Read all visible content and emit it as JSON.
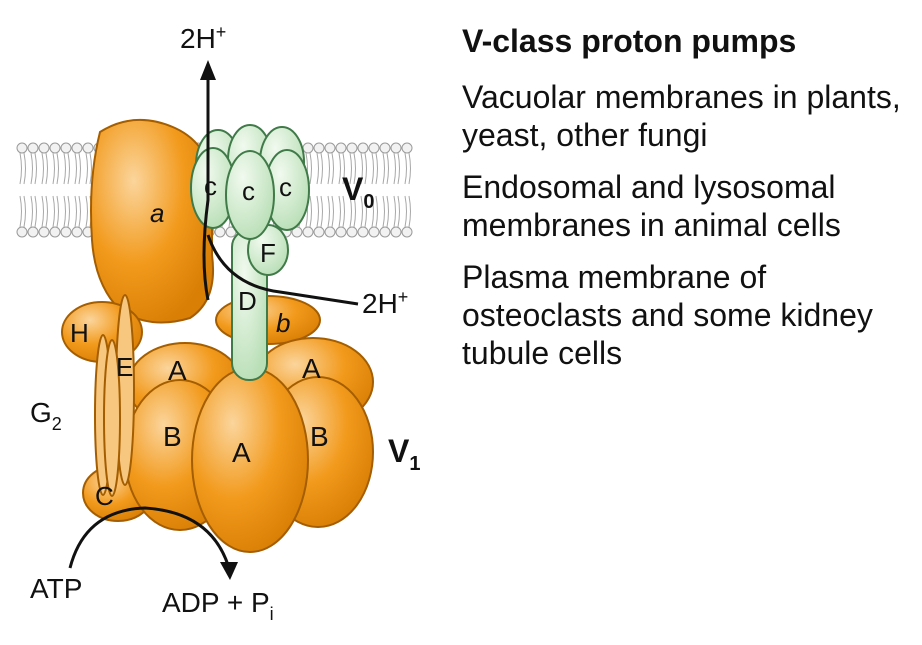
{
  "diagram": {
    "labels": {
      "top_proton": "2H",
      "top_proton_sup": "+",
      "side_proton": "2H",
      "side_proton_sup": "+",
      "subunit_a": "a",
      "subunit_b": "b",
      "subunit_c1": "c",
      "subunit_c2": "c",
      "subunit_c3": "c",
      "subunit_f": "F",
      "subunit_d": "D",
      "subunit_h": "H",
      "subunit_e": "E",
      "subunit_g": "G",
      "subunit_g_sub": "2",
      "subunit_c_big": "C",
      "subunit_a_left": "A",
      "subunit_a_right": "A",
      "subunit_a_center": "A",
      "subunit_b_left": "B",
      "subunit_b_right": "B",
      "domain_v0": "V",
      "domain_v0_sub": "0",
      "domain_v1": "V",
      "domain_v1_sub": "1",
      "atp": "ATP",
      "adp": "ADP + P",
      "adp_sub": "i"
    },
    "colors": {
      "orange": "#f29a1c",
      "orange_light": "#f8c77f",
      "green": "#d4eccf",
      "green_border": "#3f7a48",
      "outline": "#6b3e00",
      "membrane": "#c8c8c8"
    }
  },
  "sidebar": {
    "title": "V-class proton pumps",
    "items": [
      "Vacuolar membranes in plants, yeast, other fungi",
      "Endosomal and lysosomal membranes in animal cells",
      "Plasma membrane of osteoclasts and some kidney tubule cells"
    ]
  }
}
